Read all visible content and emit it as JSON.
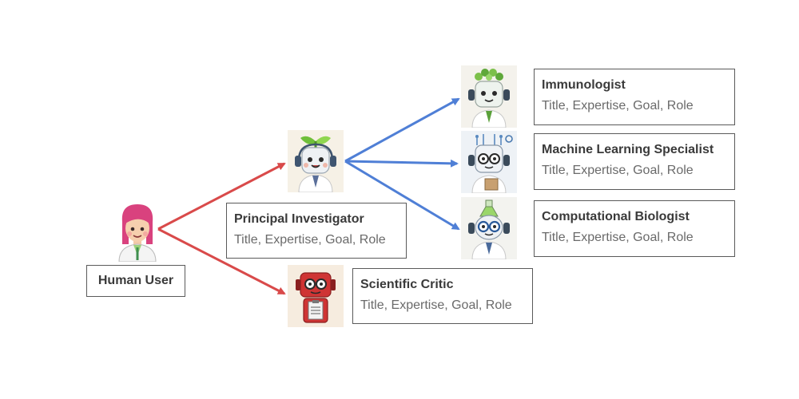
{
  "agents": {
    "human": {
      "label": "Human User"
    },
    "pi": {
      "title": "Principal Investigator",
      "attributes": "Title, Expertise, Goal, Role"
    },
    "critic": {
      "title": "Scientific Critic",
      "attributes": "Title, Expertise, Goal, Role"
    },
    "immunologist": {
      "title": "Immunologist",
      "attributes": "Title, Expertise, Goal, Role"
    },
    "ml": {
      "title": "Machine Learning Specialist",
      "attributes": "Title, Expertise, Goal, Role"
    },
    "biologist": {
      "title": "Computational Biologist",
      "attributes": "Title, Expertise, Goal, Role"
    }
  },
  "colors": {
    "human_arrows": "#d94a4a",
    "pi_arrows": "#4f7fd6",
    "box_border": "#5a5a5a"
  },
  "icons": {
    "human": "scientist-woman-icon",
    "pi": "sprout-robot-icon",
    "critic": "red-critic-robot-icon",
    "immunologist": "plant-hair-robot-icon",
    "ml": "circuit-robot-icon",
    "biologist": "flask-robot-icon"
  }
}
